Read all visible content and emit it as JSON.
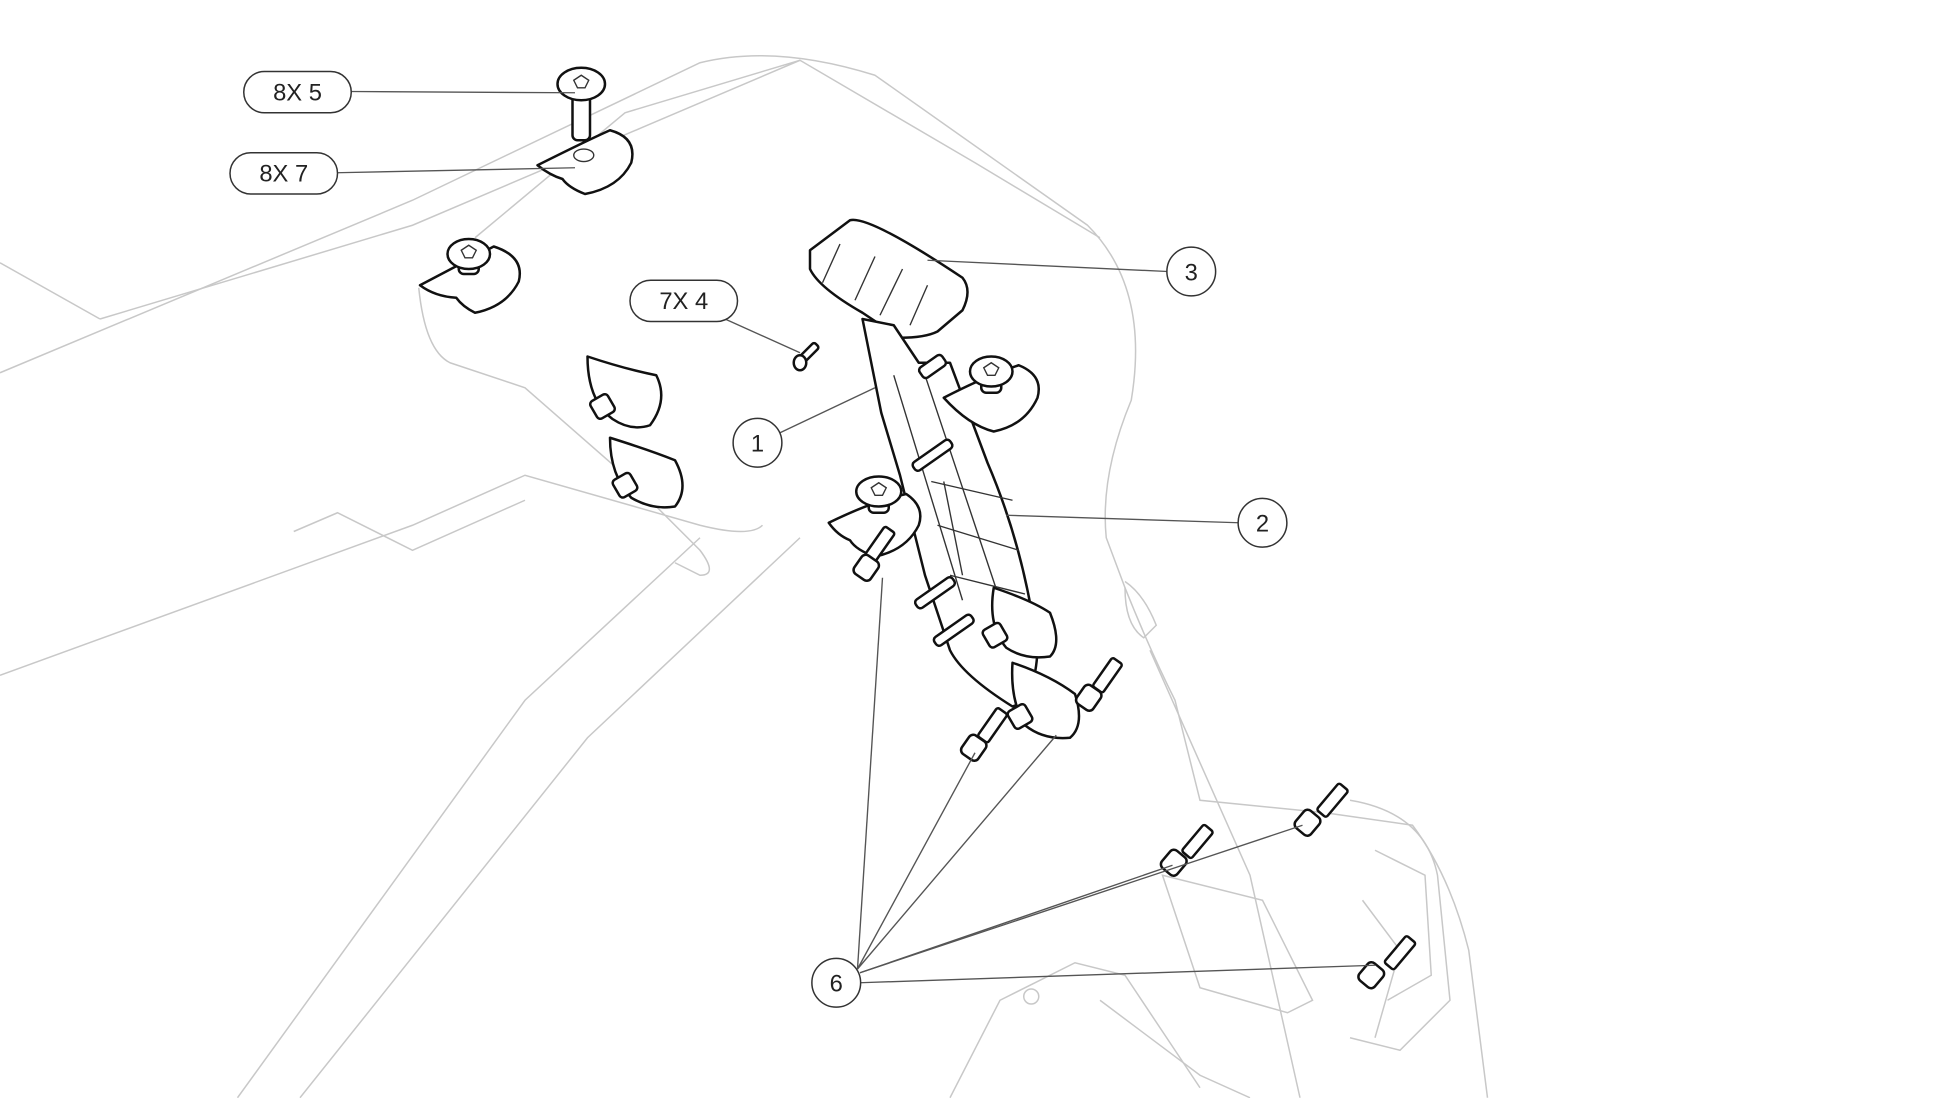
{
  "callouts": {
    "qty_8x5": "8X 5",
    "qty_8x7": "8X 7",
    "qty_7x4": "7X 4",
    "item_1": "1",
    "item_2": "2",
    "item_3": "3",
    "item_6": "6"
  },
  "colors": {
    "line": "#111111",
    "background_geometry": "#c8c8c8",
    "leader": "#555555"
  }
}
